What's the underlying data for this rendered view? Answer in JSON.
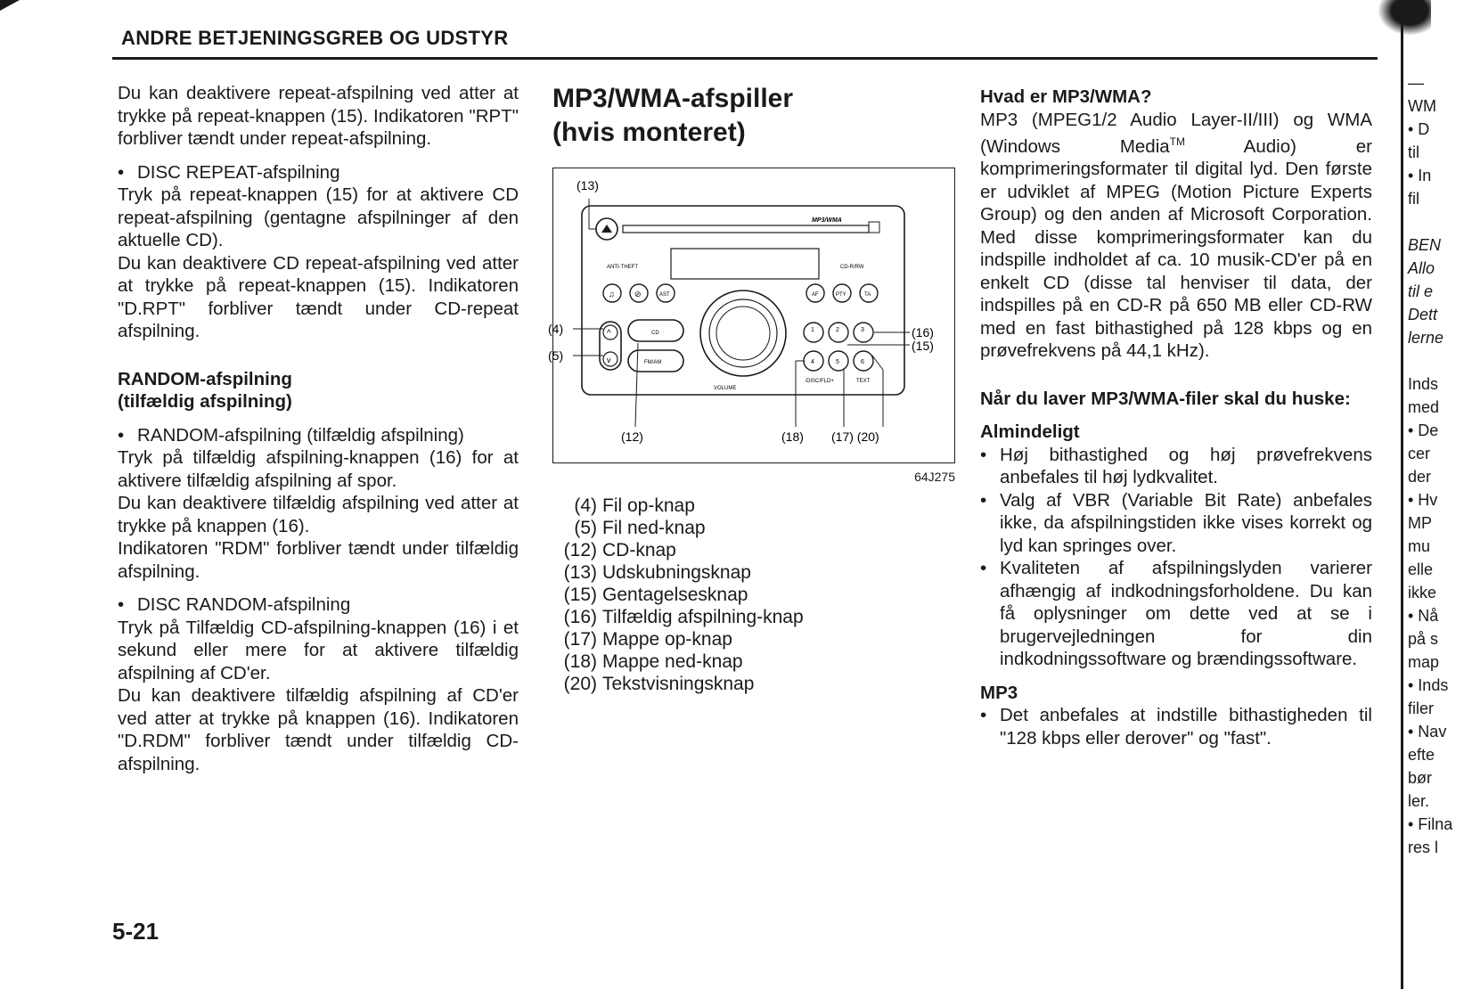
{
  "header": {
    "title": "ANDRE BETJENINGSGREB OG UDSTYR"
  },
  "page_number": "5-21",
  "col1": {
    "p1": "Du kan deaktivere repeat-afspilning ved atter at trykke på repeat-knappen (15). Indikatoren \"RPT\" forbliver tændt under repeat-afspilning.",
    "bullet1_title": "DISC REPEAT-afspilning",
    "bullet1_text": "Tryk på repeat-knappen (15) for at aktivere CD repeat-afspilning (gentagne afspilninger af den aktuelle CD).",
    "bullet1_text2": "Du kan deaktivere CD repeat-afspilning ved atter at trykke på repeat-knappen (15). Indikatoren \"D.RPT\" forbliver tændt under CD-repeat afspilning.",
    "random_heading_1": "RANDOM-afspilning",
    "random_heading_2": "(tilfældig afspilning)",
    "bullet2_title": "RANDOM-afspilning (tilfældig afspilning)",
    "bullet2_text": "Tryk på tilfældig afspilning-knappen (16) for at aktivere tilfældig afspilning af spor.",
    "bullet2_text2": "Du kan deaktivere tilfældig afspilning ved atter at trykke på knappen (16).",
    "bullet2_text3": "Indikatoren \"RDM\" forbliver tændt under tilfældig afspilning.",
    "bullet3_title": "DISC RANDOM-afspilning",
    "bullet3_text": "Tryk på Tilfældig CD-afspilning-knappen (16) i et sekund eller mere for at aktivere tilfældig afspilning af CD'er.",
    "bullet3_text2": "Du kan deaktivere tilfældig afspilning af CD'er ved atter at trykke på knappen (16). Indikatoren \"D.RDM\" forbliver tændt under tilfældig CD-afspilning."
  },
  "col2": {
    "title_line1": "MP3/WMA-afspiller",
    "title_line2": "(hvis monteret)",
    "figure_code": "64J275",
    "figure": {
      "callout_13": "(13)",
      "callout_4": "(4)",
      "callout_5": "(5)",
      "callout_12": "(12)",
      "callout_18": "(18)",
      "callout_17_20": "(17) (20)",
      "callout_16": "(16)",
      "callout_15": "(15)",
      "label_mp3wma": "MP3/WMA",
      "label_antitheft": "ANTI-THEFT",
      "label_cd": "CD",
      "label_fmam": "FM/AM",
      "label_volume": "VOLUME",
      "label_disc": "-DISC/FLD+",
      "label_text": "TEXT",
      "label_af": "AF",
      "label_ta": "TA",
      "label_pty": "PTY",
      "label_ast": "AST"
    },
    "legend": [
      {
        "num": "(4)",
        "label": "Fil op-knap"
      },
      {
        "num": "(5)",
        "label": "Fil ned-knap"
      },
      {
        "num": "(12)",
        "label": "CD-knap"
      },
      {
        "num": "(13)",
        "label": "Udskubningsknap"
      },
      {
        "num": "(15)",
        "label": "Gentagelsesknap"
      },
      {
        "num": "(16)",
        "label": "Tilfældig afspilning-knap"
      },
      {
        "num": "(17)",
        "label": "Mappe op-knap"
      },
      {
        "num": "(18)",
        "label": "Mappe ned-knap"
      },
      {
        "num": "(20)",
        "label": "Tekstvisningsknap"
      }
    ]
  },
  "col3": {
    "q_heading": "Hvad er MP3/WMA?",
    "q_text_a": "MP3 (MPEG1/2 Audio Layer-II/III) og WMA (Windows Media",
    "q_text_tm": "TM",
    "q_text_b": " Audio) er komprimeringsformater til digital lyd. Den første er udviklet af MPEG (Motion Picture Experts Group) og den anden af Microsoft Corporation. Med disse komprimeringsformater kan du indspille indholdet af ca. 10 musik-CD'er på en enkelt CD (disse tal henviser til data, der indspilles på en CD-R på 650 MB eller CD-RW med en fast bithastighed på 128 kbps og en prøvefrekvens på 44,1 kHz).",
    "remember_heading": "Når du laver MP3/WMA-filer skal du huske:",
    "general_heading": "Almindeligt",
    "general_bullets": [
      "Høj bithastighed og høj prøvefrekvens anbefales til høj lydkvalitet.",
      "Valg af VBR (Variable Bit Rate) anbefales ikke, da afspilningstiden ikke vises korrekt og lyd kan springes over.",
      "Kvaliteten af afspilningslyden varierer afhængig af indkodningsforholdene. Du kan få oplysninger om dette ved at se i brugervejledningen for din indkodningssoftware og brændingssoftware."
    ],
    "mp3_heading": "MP3",
    "mp3_bullets": [
      "Det anbefales at indstille bithastigheden til \"128 kbps eller derover\" og \"fast\"."
    ]
  },
  "strip": {
    "lines": [
      "—",
      "WM",
      "• D",
      "  til",
      "• In",
      "  fil",
      "",
      "BEN",
      "Allo",
      "til e",
      "Dett",
      "lerne",
      "",
      "Inds",
      "med",
      "• De",
      "  cer",
      "  der",
      "• Hv",
      "  MP",
      "  mu",
      "  elle",
      "  ikke",
      "• Nå",
      "  på s",
      "  map",
      "• Inds",
      "  filer",
      "• Nav",
      "  efte",
      "  bør",
      "  ler.",
      "• Filna",
      "  res l"
    ]
  }
}
